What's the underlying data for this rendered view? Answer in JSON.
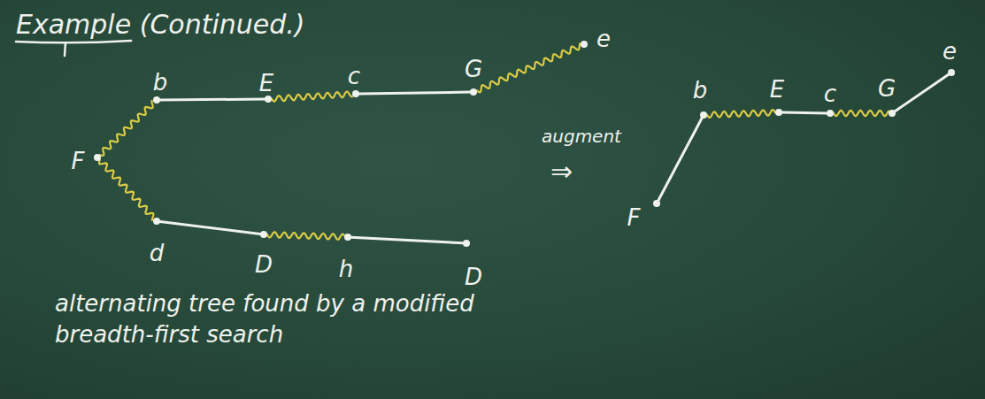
{
  "diagram": {
    "title": "Example (Continued.)",
    "caption": "alternating tree found by a modified breadth-first search",
    "nodes": [
      {
        "text": [
          "F"
        ]
      },
      {
        "text": [
          "b"
        ]
      },
      {
        "text": [
          "E"
        ]
      },
      {
        "text": [
          "c"
        ]
      },
      {
        "text": [
          "G"
        ]
      },
      {
        "text": [
          "e"
        ]
      },
      {
        "text": [
          "d"
        ]
      },
      {
        "text": [
          "D"
        ]
      },
      {
        "text": [
          "h"
        ]
      },
      {
        "text": [
          "D"
        ]
      },
      {
        "text": [
          "F"
        ]
      },
      {
        "text": [
          "b"
        ]
      },
      {
        "text": [
          "E"
        ]
      },
      {
        "text": [
          "c"
        ]
      },
      {
        "text": [
          "G"
        ]
      },
      {
        "text": [
          "e"
        ]
      }
    ],
    "edges": [
      {
        "from": 0,
        "to": 1,
        "arrow": "none"
      },
      {
        "from": 1,
        "to": 2,
        "arrow": "none"
      },
      {
        "from": 2,
        "to": 3,
        "arrow": "none"
      },
      {
        "from": 3,
        "to": 4,
        "arrow": "none"
      },
      {
        "from": 4,
        "to": 5,
        "arrow": "none"
      },
      {
        "from": 0,
        "to": 6,
        "arrow": "none"
      },
      {
        "from": 6,
        "to": 7,
        "arrow": "none"
      },
      {
        "from": 7,
        "to": 8,
        "arrow": "none"
      },
      {
        "from": 8,
        "to": 9,
        "arrow": "none"
      },
      {
        "from": 10,
        "to": 11,
        "arrow": "none"
      },
      {
        "from": 11,
        "to": 12,
        "arrow": "none"
      },
      {
        "from": 12,
        "to": 13,
        "arrow": "none"
      },
      {
        "from": 13,
        "to": 14,
        "arrow": "none"
      },
      {
        "from": 14,
        "to": 15,
        "arrow": "none"
      }
    ],
    "labels": [
      "augment",
      "⇒"
    ]
  }
}
